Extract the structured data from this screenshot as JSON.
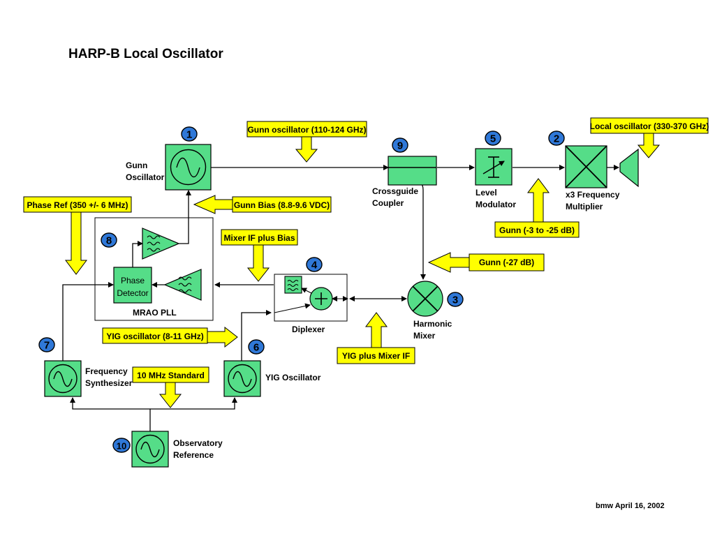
{
  "title": "HARP-B Local Oscillator",
  "footer": "bmw April 16, 2002",
  "colors": {
    "block_fill": "#55dd88",
    "annotation_fill": "#ffff00",
    "numbered_badge": "#2f78d8"
  },
  "blocks": {
    "gunn_oscillator": [
      "Gunn",
      "Oscillator"
    ],
    "crossguide_coupler": [
      "Crossguide",
      "Coupler"
    ],
    "level_modulator": [
      "Level",
      "Modulator"
    ],
    "frequency_multiplier": [
      "x3 Frequency",
      "Multiplier"
    ],
    "harmonic_mixer": [
      "Harmonic",
      "Mixer"
    ],
    "phase_detector": [
      "Phase",
      "Detector"
    ],
    "mrao_pll": "MRAO PLL",
    "diplexer": "Diplexer",
    "frequency_synthesizer": [
      "Frequency",
      "Synthesizer"
    ],
    "yig_oscillator": "YIG Oscillator",
    "observatory_reference": [
      "Observatory",
      "Reference"
    ]
  },
  "annotations": {
    "gunn_osc_freq": "Gunn oscillator (110-124 GHz)",
    "local_osc_freq": "Local oscillator (330-370 GHz)",
    "gunn_bias": "Gunn Bias (8.8-9.6 VDC)",
    "phase_ref": "Phase Ref (350 +/- 6 MHz)",
    "mixer_if_bias": "Mixer IF plus Bias",
    "gunn_level": "Gunn (-3 to -25 dB)",
    "gunn_27": "Gunn (-27 dB)",
    "yig_freq": "YIG oscillator (8-11 GHz)",
    "yig_mixer_if": "YIG plus Mixer IF",
    "ten_mhz": "10 MHz Standard"
  },
  "badges": {
    "b1": "1",
    "b2": "2",
    "b3": "3",
    "b4": "4",
    "b5": "5",
    "b6": "6",
    "b7": "7",
    "b8": "8",
    "b9": "9",
    "b10": "10"
  }
}
